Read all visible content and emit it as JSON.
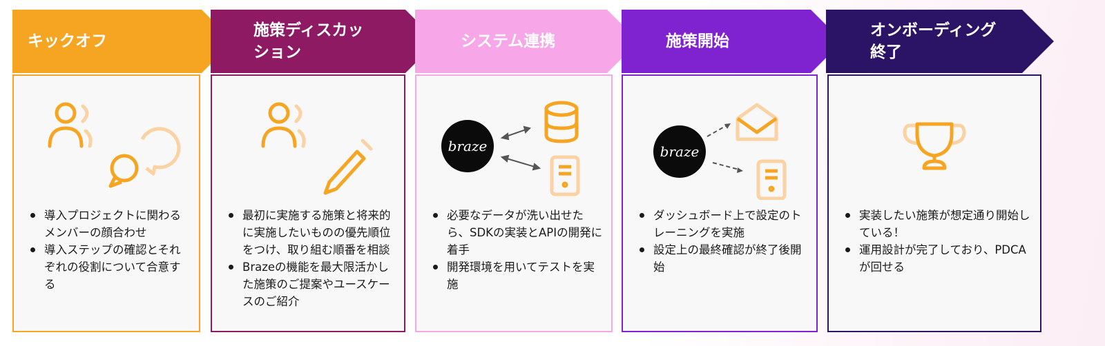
{
  "colors": {
    "step1": "#F6A523",
    "step2": "#8E1A63",
    "step3": "#F7A6E8",
    "step4": "#7F22CF",
    "step5": "#2B1466",
    "icon": "#F6A523",
    "icon_light": "#FAD2A3"
  },
  "steps": [
    {
      "title": "キックオフ",
      "bullets": [
        "導入プロジェクトに関わるメンバーの顔合わせ",
        "導入ステップの確認とそれぞれの役割について合意する"
      ]
    },
    {
      "title_line1": "施策ディスカッ",
      "title_line2": "ション",
      "bullets": [
        "最初に実施する施策と将来的に実施したいものの優先順位をつけ、取り組む順番を相談",
        "Brazeの機能を最大限活かした施策のご提案やユースケースのご紹介"
      ]
    },
    {
      "title": "システム連携",
      "logo": "braze",
      "bullets": [
        "必要なデータが洗い出せたら、SDKの実装とAPIの開発に着手",
        "開発環境を用いてテストを実施"
      ]
    },
    {
      "title": "施策開始",
      "logo": "braze",
      "bullets": [
        "ダッシュボード上で設定のトレーニングを実施",
        "設定上の最終確認が終了後開始"
      ]
    },
    {
      "title_line1": "オンボーディング",
      "title_line2": "終了",
      "bullets": [
        "実装したい施策が想定通り開始している！",
        "運用設計が完了しており、PDCAが回せる"
      ]
    }
  ],
  "icons": [
    "users-icon",
    "chat-bubbles-icon",
    "pencil-icon",
    "database-icon",
    "server-icon",
    "mail-icon",
    "trophy-icon"
  ]
}
